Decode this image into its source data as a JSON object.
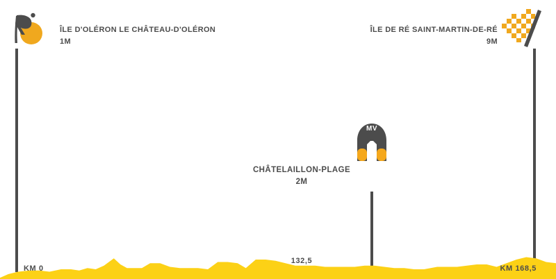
{
  "stage": {
    "start": {
      "name": "ÎLE D'OLÉRON LE CHÂTEAU-D'OLÉRON",
      "altitude": "1M",
      "km_label": "KM 0",
      "icon": "depart-cyclist-icon"
    },
    "finish": {
      "name": "ÎLE DE RÉ SAINT-MARTIN-DE-RÉ",
      "altitude": "9M",
      "km_label": "KM 168,5",
      "icon": "checkered-flag-icon"
    },
    "sprint": {
      "badge": "MV",
      "name": "CHÂTELAILLON-PLAGE",
      "altitude": "2M",
      "km_label": "132,5",
      "icon": "sprint-arch-icon"
    }
  },
  "colors": {
    "yellow": "#FCD116",
    "orange": "#F0A81E",
    "dark_gray": "#4c4c4c",
    "background": "#ffffff"
  },
  "chart_data": {
    "type": "area",
    "title": "",
    "xlabel": "",
    "ylabel": "",
    "xlim": [
      0,
      168.5
    ],
    "ylim": [
      0,
      40
    ],
    "grid": false,
    "legend": null,
    "units": {
      "x": "km",
      "y": "m"
    },
    "annotations": [
      {
        "x": 0,
        "label": "ÎLE D'OLÉRON LE CHÂTEAU-D'OLÉRON",
        "altitude_m": 1,
        "km_label": "KM 0",
        "type": "start"
      },
      {
        "x": 132.5,
        "label": "CHÂTELAILLON-PLAGE",
        "altitude_m": 2,
        "km_label": "132,5",
        "type": "intermediate-sprint",
        "badge": "MV"
      },
      {
        "x": 168.5,
        "label": "ÎLE DE RÉ SAINT-MARTIN-DE-RÉ",
        "altitude_m": 9,
        "km_label": "KM 168,5",
        "type": "finish"
      }
    ],
    "series": [
      {
        "name": "elevation",
        "x": [
          0,
          2.5,
          5.5,
          9,
          12,
          15,
          18.5,
          21.5,
          24,
          26.5,
          29,
          31.5,
          34.5,
          36.5,
          38.5,
          40.5,
          43,
          45.5,
          48.5,
          51.5,
          54.5,
          57.5,
          60,
          63,
          66,
          69,
          72,
          74.5,
          77.5,
          80.5,
          83.5,
          86.5,
          89.5,
          92.5,
          95.5,
          98.5,
          101.5,
          104.5,
          107.5,
          110.5,
          113.5,
          116.5,
          119.5,
          122.5,
          125.5,
          128.5,
          132.5,
          135.5,
          138.5,
          141.5,
          144.5,
          147.5,
          150.5,
          153.5,
          156.5,
          159.5,
          162.5,
          165.5,
          168.5
        ],
        "values": [
          1,
          4,
          6,
          7,
          7,
          6,
          8,
          8,
          7,
          9,
          8,
          11,
          17,
          12,
          9,
          9,
          9,
          13,
          13,
          10,
          9,
          9,
          9,
          8,
          14,
          14,
          13,
          9,
          16,
          16,
          15,
          13,
          11,
          11,
          11,
          10,
          10,
          10,
          10,
          11,
          11,
          10,
          9,
          9,
          8,
          8,
          10,
          10,
          10,
          11,
          12,
          12,
          10,
          13,
          16,
          18,
          17,
          14,
          13
        ]
      }
    ]
  }
}
